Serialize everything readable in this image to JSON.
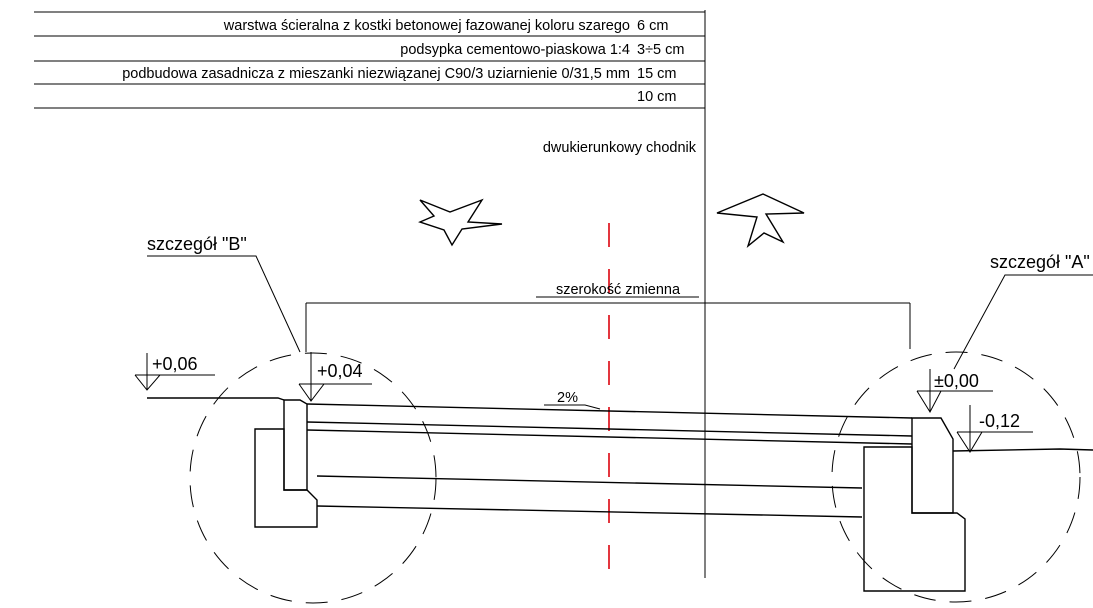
{
  "layers": [
    {
      "description": "warstwa ścieralna z kostki betonowej fazowanej koloru szarego",
      "thickness": "6 cm"
    },
    {
      "description": "podsypka cementowo-piaskowa 1:4",
      "thickness": "3÷5 cm"
    },
    {
      "description": "podbudowa zasadnicza z mieszanki niezwiązanej C90/3 uziarnienie 0/31,5 mm",
      "thickness": "15 cm"
    },
    {
      "description": "",
      "thickness": "10 cm"
    }
  ],
  "sidewalk_label": "dwukierunkowy chodnik",
  "detail_labels": {
    "left": "szczegół \"B\"",
    "right": "szczegół \"A\""
  },
  "width_label": "szerokość zmienna",
  "slope_label": "2%",
  "elevations": {
    "left_ground": "+0,06",
    "left_curb": "+0,04",
    "right_curb": "±0,00",
    "right_ground": "-0,12"
  },
  "colors": {
    "axis": "#e0202a",
    "lines": "#000000"
  }
}
